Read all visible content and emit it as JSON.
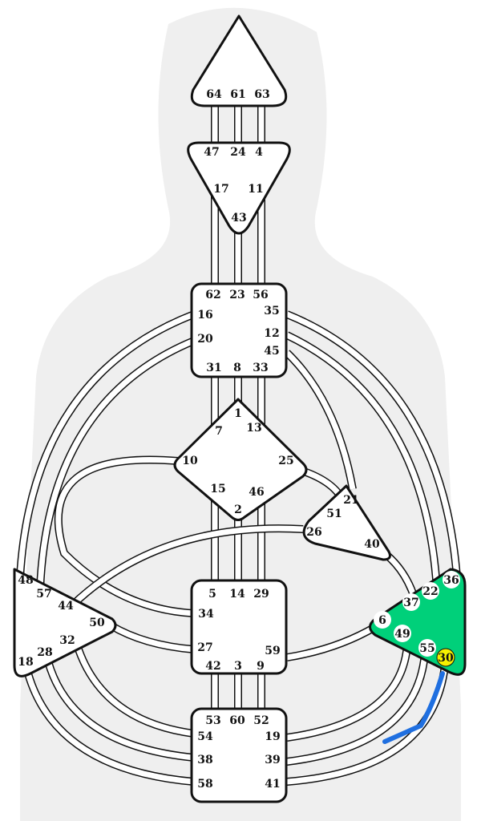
{
  "colors": {
    "background": "#ffffff",
    "silhouette": "#efefef",
    "outline": "#111111",
    "center_fill": "#ffffff",
    "defined_center": "#00d07a",
    "channel_highlight": "#1f6fe0",
    "gate_highlight": "#f5f000"
  },
  "centers": {
    "head": {
      "gates": [
        "64",
        "61",
        "63"
      ]
    },
    "ajna": {
      "gates": [
        "47",
        "24",
        "4",
        "17",
        "11",
        "43"
      ]
    },
    "throat": {
      "gates": [
        "62",
        "23",
        "56",
        "16",
        "35",
        "20",
        "12",
        "45",
        "31",
        "8",
        "33"
      ]
    },
    "g": {
      "gates": [
        "1",
        "7",
        "13",
        "10",
        "25",
        "15",
        "46",
        "2"
      ]
    },
    "heart": {
      "gates": [
        "21",
        "51",
        "26",
        "40"
      ]
    },
    "spleen": {
      "gates": [
        "48",
        "57",
        "44",
        "50",
        "32",
        "28",
        "18"
      ]
    },
    "sacral": {
      "gates": [
        "5",
        "14",
        "29",
        "34",
        "27",
        "59",
        "42",
        "3",
        "9"
      ]
    },
    "solar_plexus": {
      "gates": [
        "36",
        "22",
        "37",
        "6",
        "49",
        "55",
        "30"
      ],
      "defined": true
    },
    "root": {
      "gates": [
        "53",
        "60",
        "52",
        "54",
        "19",
        "38",
        "39",
        "58",
        "41"
      ]
    }
  },
  "highlighted_gate": "30"
}
